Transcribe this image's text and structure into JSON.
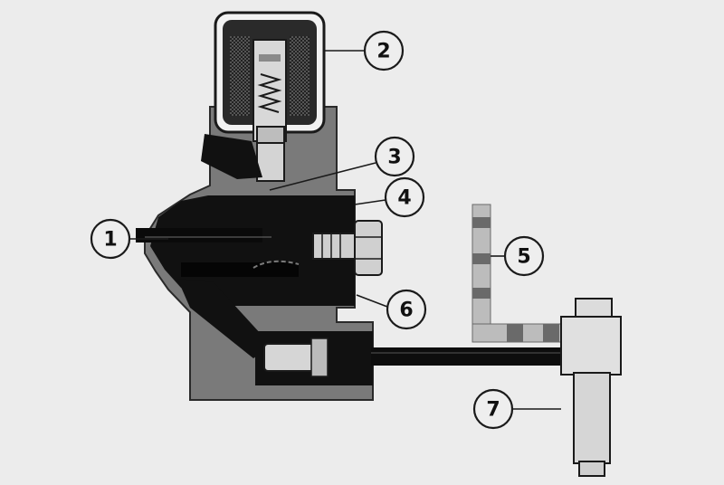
{
  "diagram": {
    "callouts": [
      {
        "id": "1",
        "label": "1"
      },
      {
        "id": "2",
        "label": "2"
      },
      {
        "id": "3",
        "label": "3"
      },
      {
        "id": "4",
        "label": "4"
      },
      {
        "id": "5",
        "label": "5"
      },
      {
        "id": "6",
        "label": "6"
      },
      {
        "id": "7",
        "label": "7"
      }
    ],
    "colors": {
      "background": "#ececec",
      "housing": "#7a7a7a",
      "dark": "#111111",
      "light_part": "#d6d6d6",
      "outline": "#1a1a1a"
    }
  }
}
